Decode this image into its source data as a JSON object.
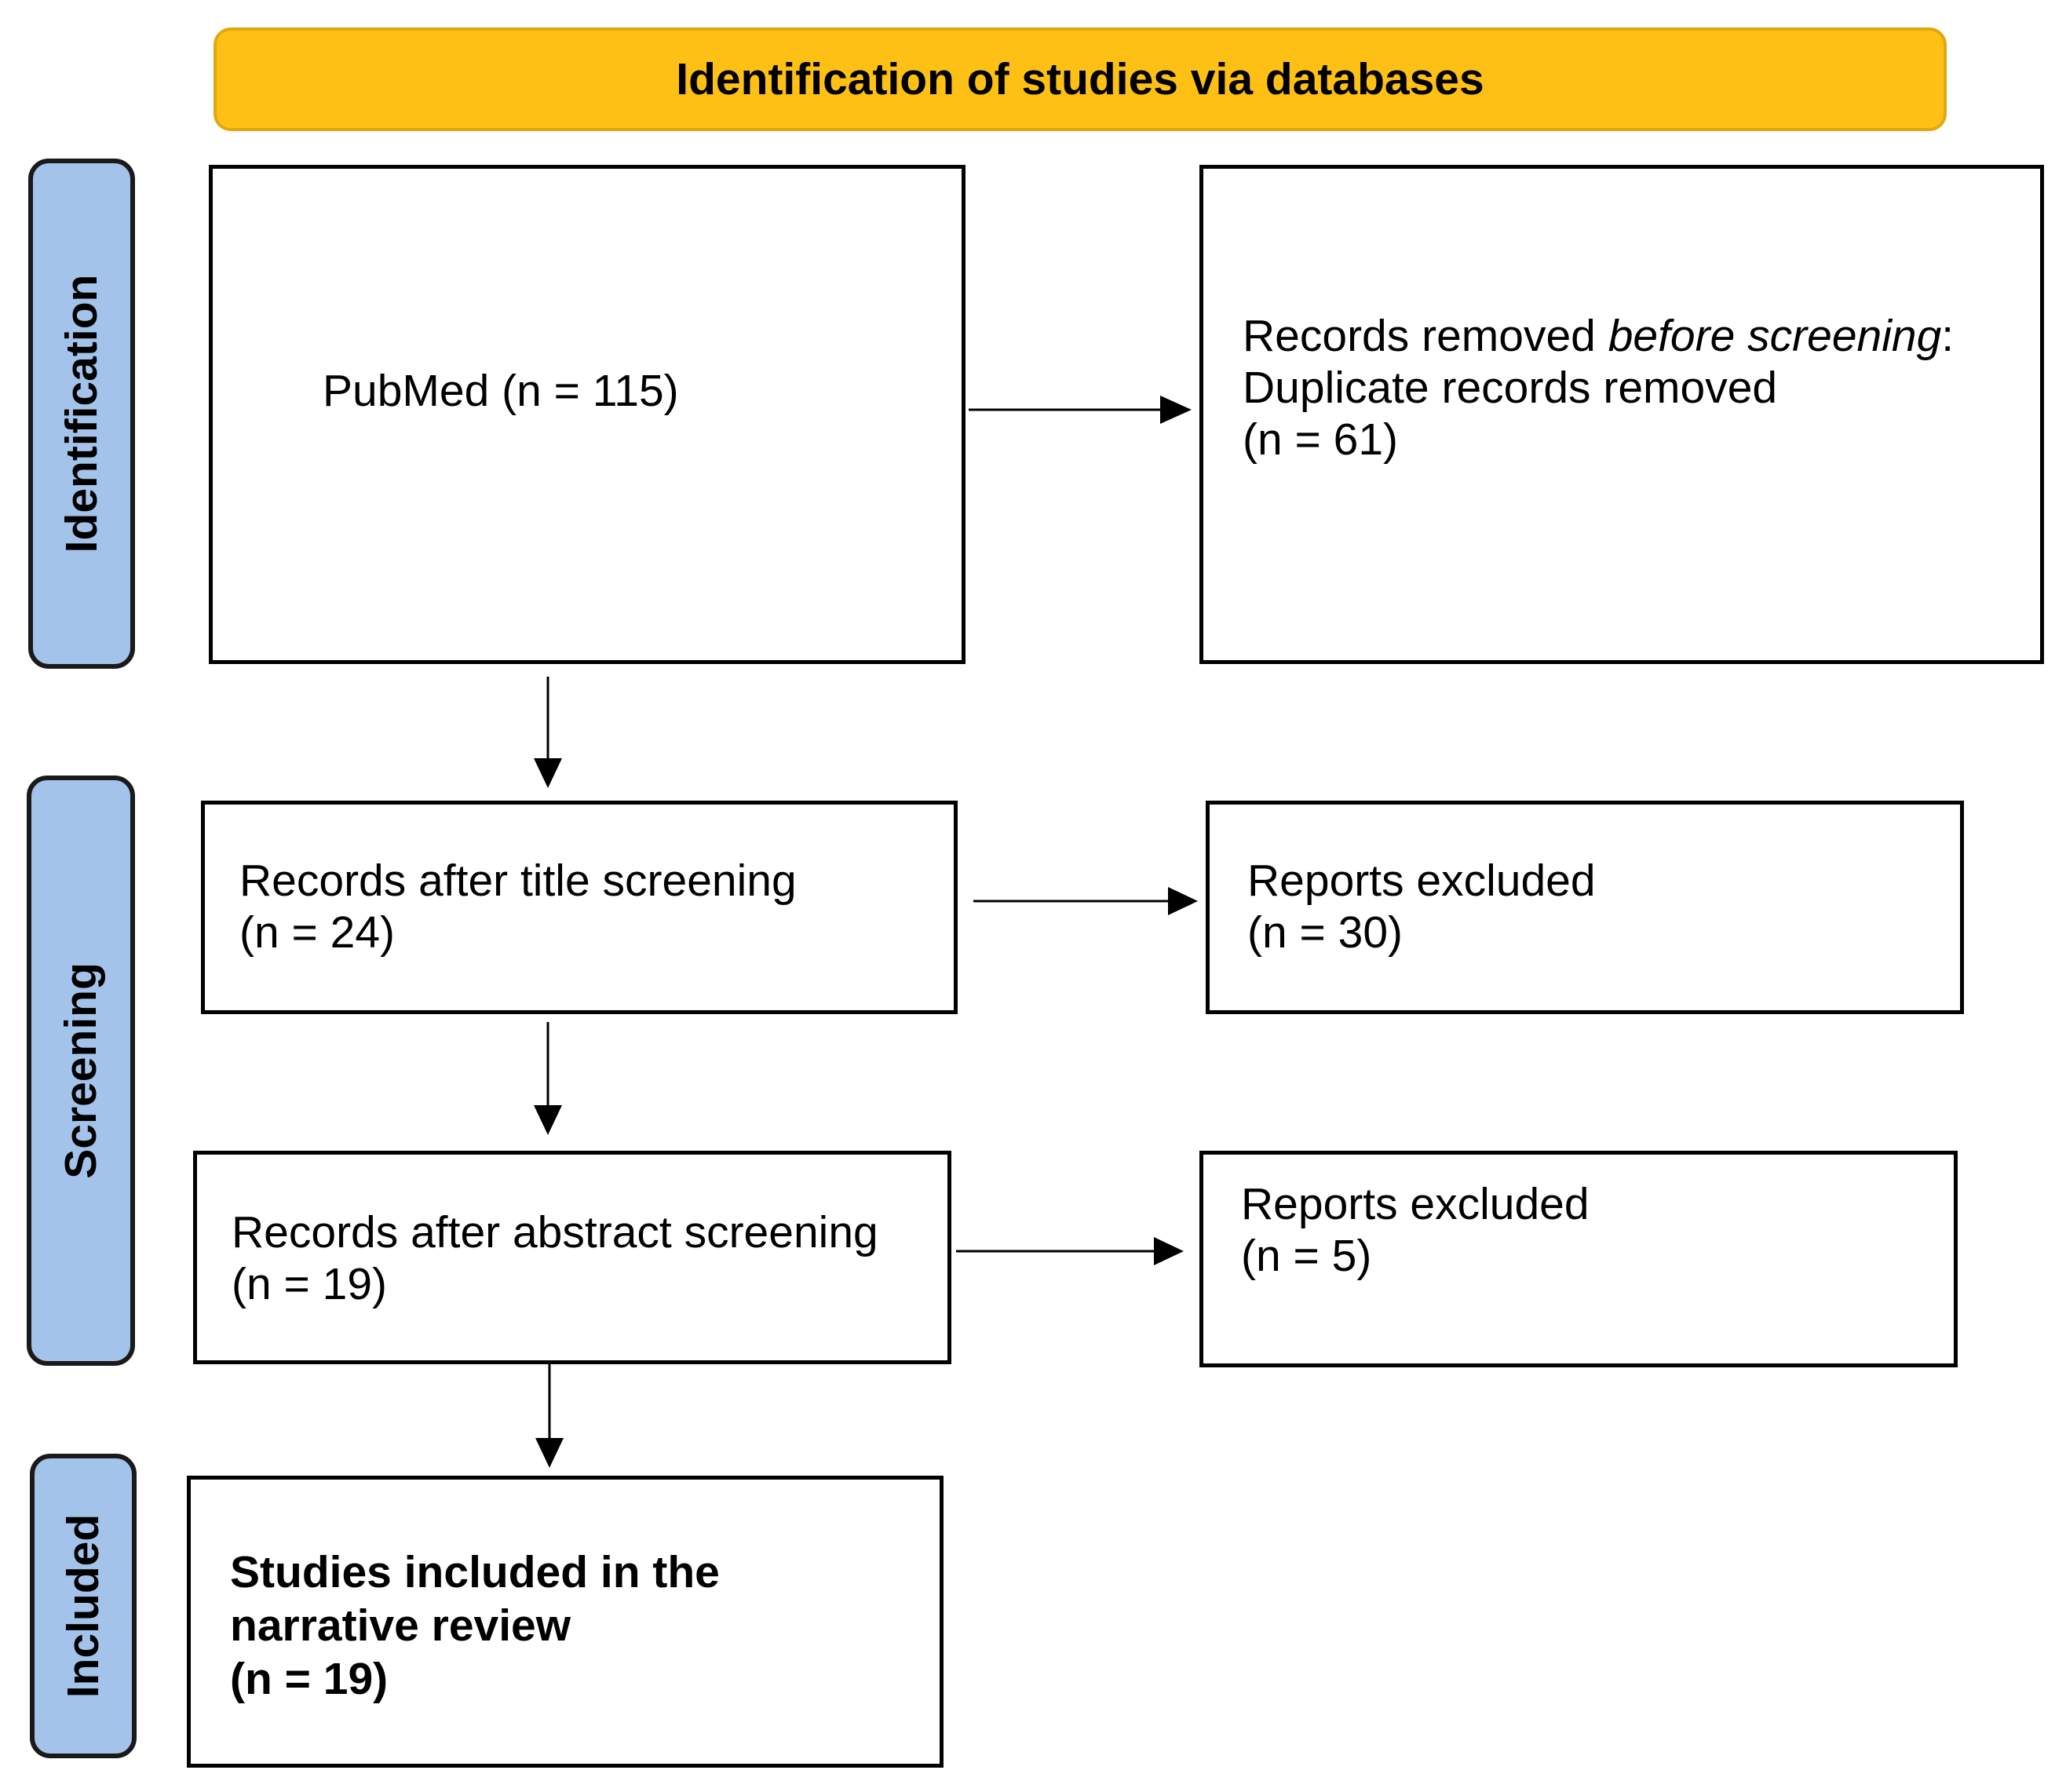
{
  "header": {
    "title": "Identification of studies via databases"
  },
  "stages": {
    "identification": "Identification",
    "screening": "Screening",
    "included": "Included"
  },
  "boxes": {
    "pubmed": {
      "line1": "PubMed (n = 115)"
    },
    "removed_before_screening": {
      "line1_prefix": "Records removed ",
      "line1_emphasis": "before screening",
      "line1_suffix": ":",
      "line2": "Duplicate records removed",
      "line3": "(n = 61)"
    },
    "title_screening": {
      "line1": "Records after title screening",
      "line2": "(n = 24)"
    },
    "title_excluded": {
      "line1": "Reports excluded",
      "line2": "(n = 30)"
    },
    "abstract_screening": {
      "line1": "Records after abstract screening",
      "line2": "(n = 19)"
    },
    "abstract_excluded": {
      "line1": "Reports excluded",
      "line2": "(n = 5)"
    },
    "included_studies": {
      "line1": "Studies included in the",
      "line2": "narrative review",
      "line3": "(n = 19)"
    }
  },
  "colors": {
    "header_fill": "#FFC015",
    "stage_fill": "#A3C3EA",
    "box_border": "#000000"
  }
}
